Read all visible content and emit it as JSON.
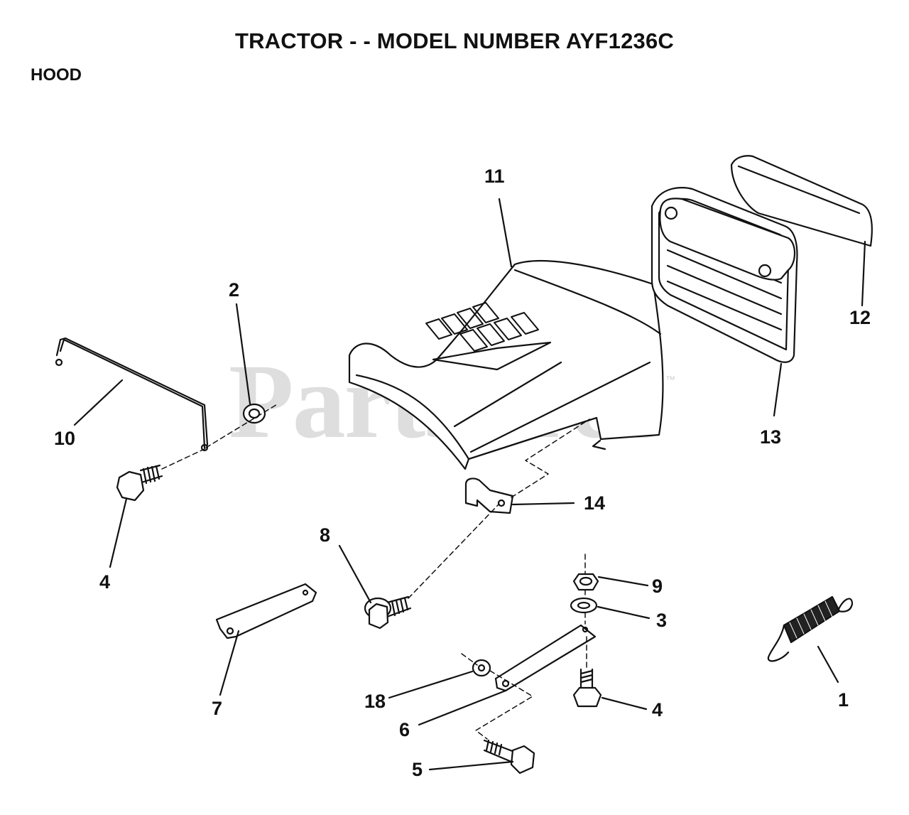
{
  "header": {
    "title": "TRACTOR - - MODEL NUMBER AYF1236C",
    "section": "HOOD"
  },
  "watermark": {
    "text": "PartsTree",
    "mark": "™"
  },
  "callouts": {
    "c1": "1",
    "c2": "2",
    "c3": "3",
    "c4a": "4",
    "c4b": "4",
    "c5": "5",
    "c6": "6",
    "c7": "7",
    "c8": "8",
    "c9": "9",
    "c10": "10",
    "c11": "11",
    "c12": "12",
    "c13": "13",
    "c14": "14",
    "c18": "18"
  }
}
